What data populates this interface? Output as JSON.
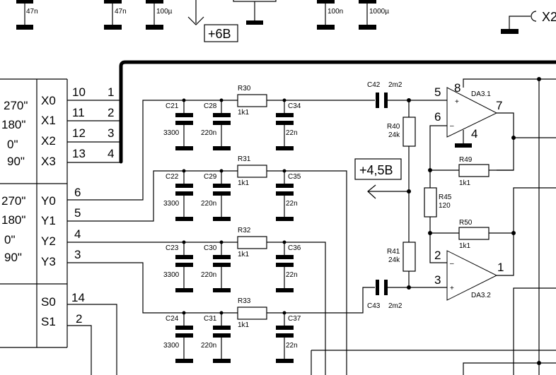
{
  "top_row": {
    "caps": [
      {
        "value": "47n"
      },
      {
        "value": "47n"
      },
      {
        "value": "100µ"
      },
      {
        "value": "100n"
      },
      {
        "value": "1000µ"
      }
    ],
    "supply_label": "+6B",
    "connector_label": "X2"
  },
  "mux": {
    "x_phases": [
      "270\"",
      "180\"",
      "0\"",
      "90\""
    ],
    "x_inputs": [
      "X0",
      "X1",
      "X2",
      "X3"
    ],
    "x_pins": [
      "10",
      "11",
      "12",
      "13"
    ],
    "bus_numbers": [
      "1",
      "2",
      "3",
      "4"
    ],
    "y_phases": [
      "270\"",
      "180\"",
      "0\"",
      "90\""
    ],
    "y_inputs": [
      "Y0",
      "Y1",
      "Y2",
      "Y3"
    ],
    "y_pins": [
      "6",
      "5",
      "4",
      "3"
    ],
    "s_inputs": [
      "S0",
      "S1"
    ],
    "s_pins": [
      "14",
      "2"
    ]
  },
  "filters": [
    {
      "c1": "C21",
      "c1v": "3300",
      "c2": "C28",
      "c2v": "220n",
      "r": "R30",
      "rv": "1k1",
      "c3": "C34",
      "c3v": "22n"
    },
    {
      "c1": "C22",
      "c1v": "3300",
      "c2": "C29",
      "c2v": "220n",
      "r": "R31",
      "rv": "1k1",
      "c3": "C35",
      "c3v": "22n"
    },
    {
      "c1": "C23",
      "c1v": "3300",
      "c2": "C30",
      "c2v": "220n",
      "r": "R32",
      "rv": "1k1",
      "c3": "C36",
      "c3v": "22n"
    },
    {
      "c1": "C24",
      "c1v": "3300",
      "c2": "C31",
      "c2v": "220n",
      "r": "R33",
      "rv": "1k1",
      "c3": "C37",
      "c3v": "22n"
    }
  ],
  "amp": {
    "c42": "C42",
    "c42v": "2m2",
    "c43": "C43",
    "c43v": "2m2",
    "r40": "R40",
    "r40v": "24k",
    "r41": "R41",
    "r41v": "24k",
    "r45": "R45",
    "r45v": "120",
    "r49": "R49",
    "r49v": "1k1",
    "r50": "R50",
    "r50v": "1k1",
    "bias_label": "+4,5B",
    "da31": "DA3.1",
    "da32": "DA3.2",
    "da31_pins": {
      "plus": "5",
      "minus": "6",
      "out": "7",
      "vcc": "8",
      "gnd": "4"
    },
    "da32_pins": {
      "plus": "3",
      "minus": "2",
      "out": "1"
    },
    "plus_sign": "+",
    "minus_sign": "–"
  }
}
